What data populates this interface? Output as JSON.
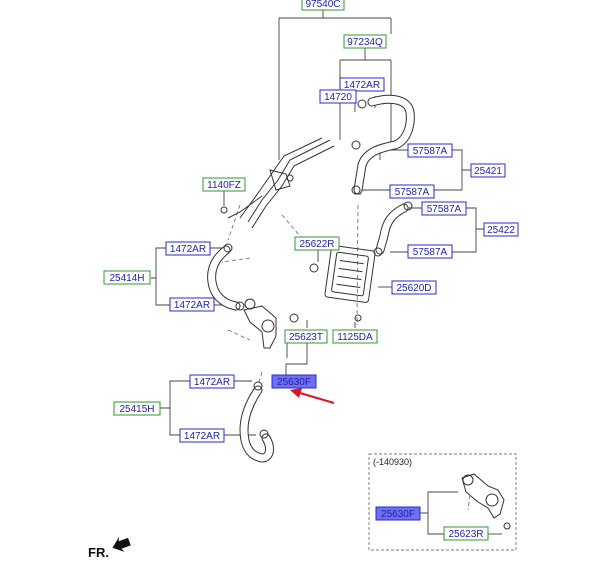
{
  "colors": {
    "green_border": "#2e9a3a",
    "blue_border": "#2a2ad0",
    "blue_text": "#1f1fb0",
    "highlight_fill": "#6f6ff0",
    "arrow_red": "#e0141e",
    "line": "#333333"
  },
  "labels": {
    "l97540C": "97540C",
    "l97234Q": "97234Q",
    "l14720": "14720",
    "l1472AR_top": "1472AR",
    "l57587A_1": "57587A",
    "l25421": "25421",
    "l57587A_2": "57587A",
    "l1140FZ": "1140FZ",
    "l57587A_3": "57587A",
    "l25422": "25422",
    "l57587A_4": "57587A",
    "l1472AR_l1": "1472AR",
    "l25622R": "25622R",
    "l25414H": "25414H",
    "l25620D": "25620D",
    "l1472AR_l2": "1472AR",
    "l25623T": "25623T",
    "l1125DA": "1125DA",
    "l25630F": "25630F",
    "l1472AR_l3": "1472AR",
    "l25415H": "25415H",
    "l1472AR_l4": "1472AR",
    "inset_note": "(-140930)",
    "inset_25630F": "25630F",
    "inset_25623R": "25623R",
    "fr_label": "FR."
  },
  "icons": {
    "fr_arrow": "front-direction-arrow-icon",
    "callout_arrow": "red-callout-arrow-icon"
  }
}
